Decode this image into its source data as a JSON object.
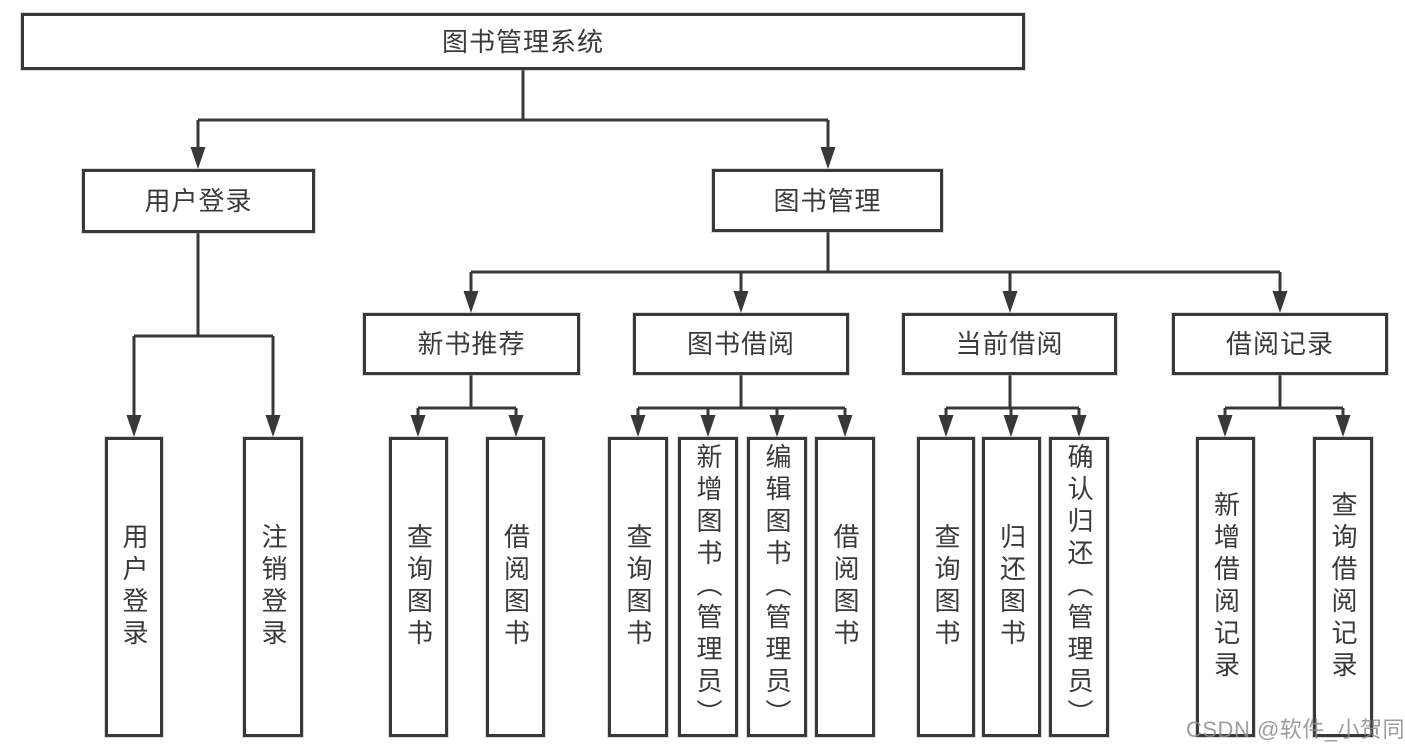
{
  "diagram": {
    "root": {
      "label": "图书管理系统"
    },
    "level2": [
      {
        "label": "用户登录"
      },
      {
        "label": "图书管理"
      }
    ],
    "level3": [
      {
        "label": "新书推荐"
      },
      {
        "label": "图书借阅"
      },
      {
        "label": "当前借阅"
      },
      {
        "label": "借阅记录"
      }
    ],
    "leaves": {
      "user_login": [
        "用户登录",
        "注销登录"
      ],
      "new_books": [
        "查询图书",
        "借阅图书"
      ],
      "book_borrowing": [
        "查询图书",
        "新增图书（管理员）",
        "编辑图书（管理员）",
        "借阅图书"
      ],
      "current_borrowing": [
        "查询图书",
        "归还图书",
        "确认归还（管理员）"
      ],
      "borrowing_records": [
        "新增借阅记录",
        "查询借阅记录"
      ]
    },
    "colors": {
      "line": "#383838",
      "box_border": "#383838",
      "box_fill": "#ffffff",
      "text": "#3a3a3a",
      "background": "#ffffff"
    }
  },
  "watermark": {
    "text": "CSDN @软件_小贺同学",
    "color": "#8c8c8c"
  }
}
